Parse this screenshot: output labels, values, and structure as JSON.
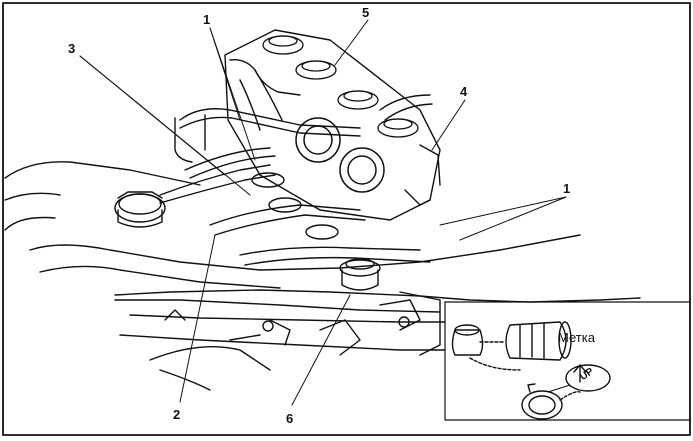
{
  "callouts": {
    "n1_top": "1",
    "n1_right": "1",
    "n2": "2",
    "n3": "3",
    "n4": "4",
    "n5": "5",
    "n6": "6"
  },
  "inset": {
    "mark_label": "Метка",
    "up_text": "UP"
  },
  "colors": {
    "ink": "#111111",
    "paper": "#ffffff"
  }
}
